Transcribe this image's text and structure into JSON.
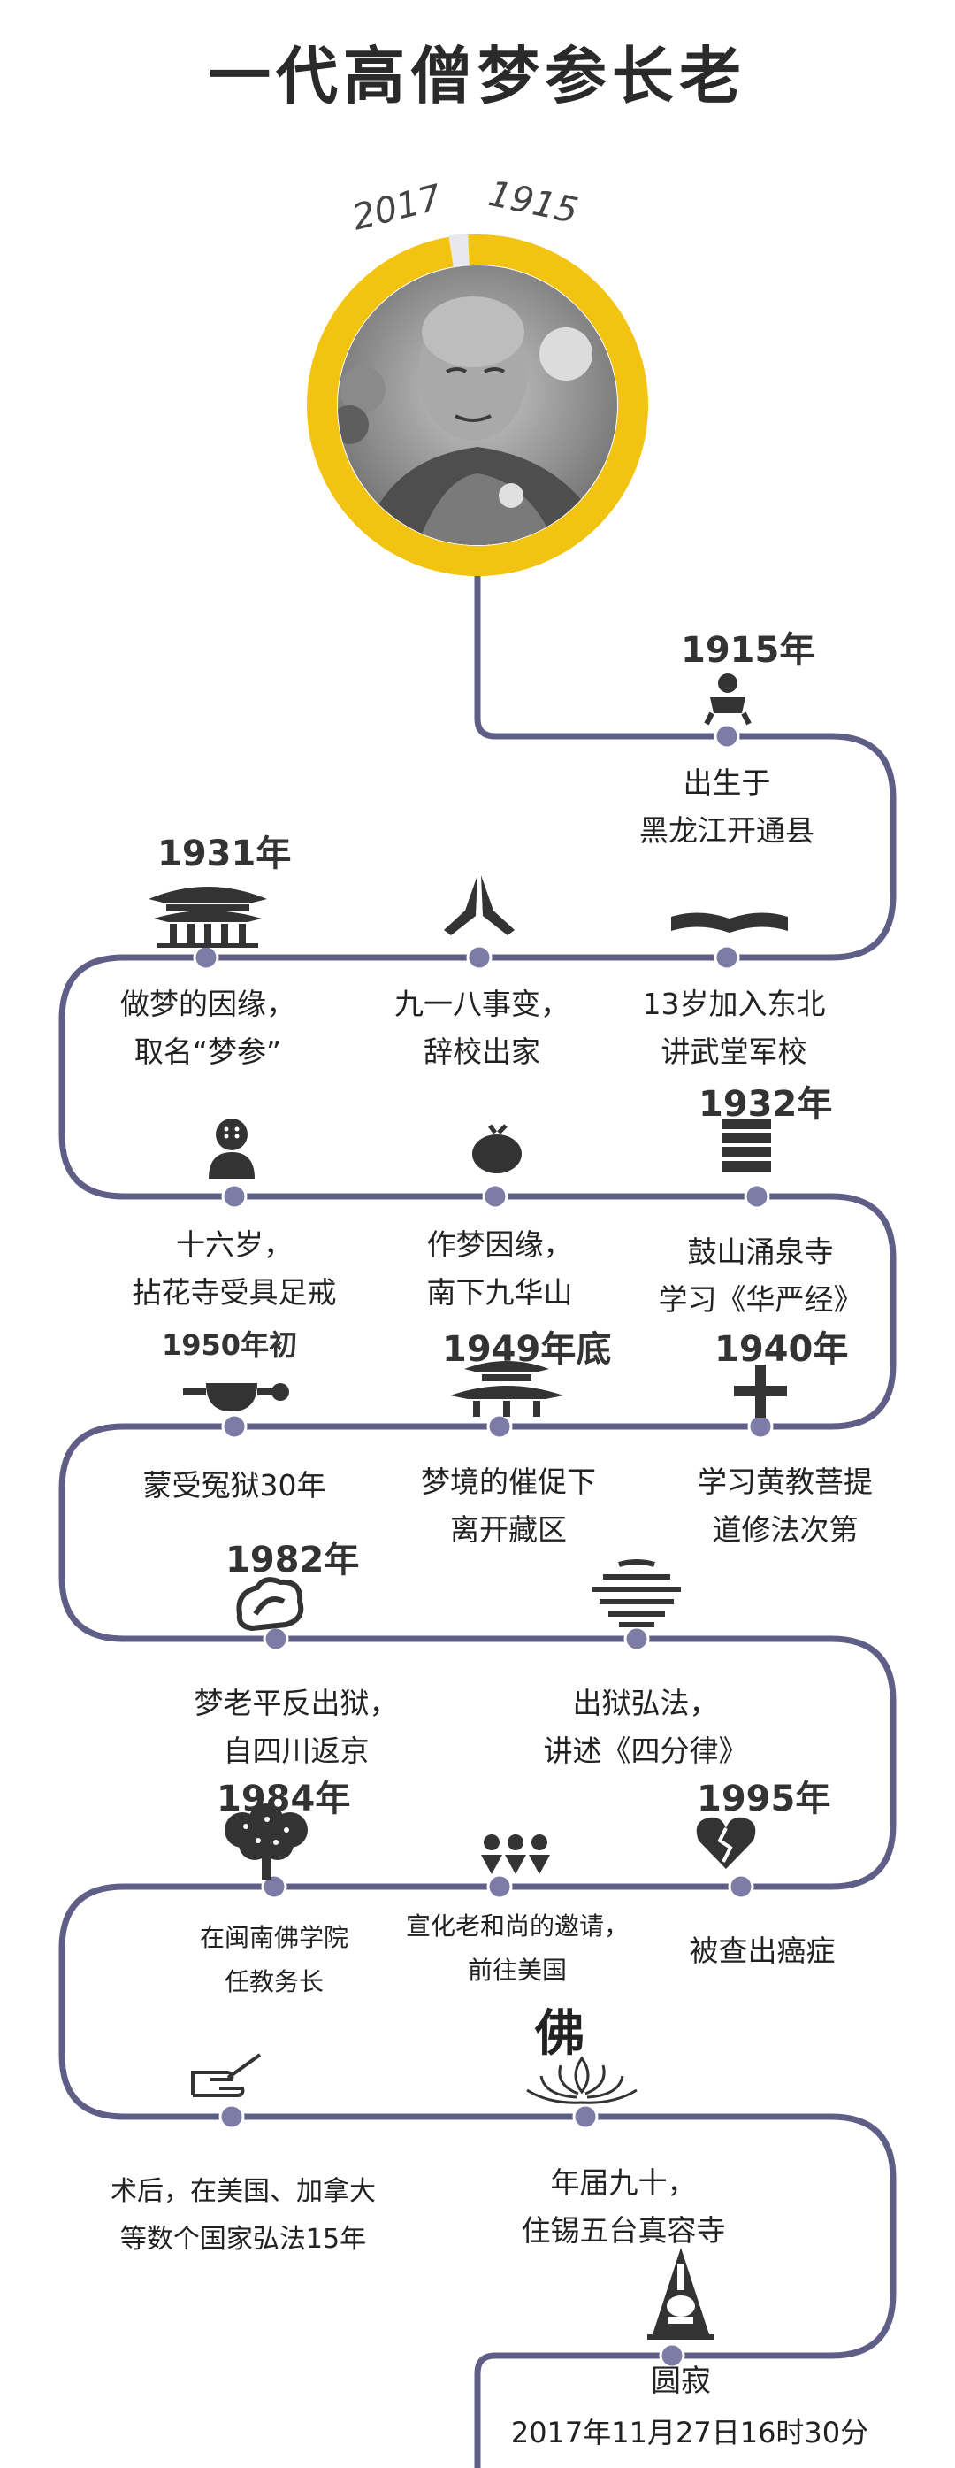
{
  "title": "一代高僧梦参长老",
  "portrait": {
    "start_year": "1915",
    "end_year": "2017",
    "ring_color": "#F2C311",
    "end_color": "#E8E8EE"
  },
  "timeline_color": "#5f5e86",
  "events": [
    {
      "year": "1915年",
      "line1": "出生于",
      "line2": "黑龙江开通县",
      "icon": "baby-icon"
    },
    {
      "year": "",
      "line1": "13岁加入东北",
      "line2": "讲武堂军校",
      "icon": "open-book-icon"
    },
    {
      "year": "",
      "line1": "九一八事变，",
      "line2": "辞校出家",
      "icon": "praying-hands-icon"
    },
    {
      "year": "1931年",
      "line1": "做梦的因缘，",
      "line2": "取名“梦参”",
      "icon": "temple-icon"
    },
    {
      "year": "",
      "line1": "十六岁，",
      "line2": "拈花寺受具足戒",
      "icon": "monk-icon"
    },
    {
      "year": "",
      "line1": "作梦因缘，",
      "line2": "南下九华山",
      "icon": "alms-bowl-icon"
    },
    {
      "year": "1932年",
      "line1": "鼓山涌泉寺",
      "line2": "学习《华严经》",
      "icon": "scripture-stack-icon"
    },
    {
      "year": "1940年",
      "line1": "学习黄教菩提",
      "line2": "道修法次第",
      "icon": "cross-icon"
    },
    {
      "year": "1949年底",
      "line1": "梦境的催促下",
      "line2": "离开藏区",
      "icon": "pagoda-roof-icon"
    },
    {
      "year": "1950年初",
      "line1": "蒙受冤狱30年",
      "line2": "",
      "icon": "shackle-icon"
    },
    {
      "year": "1982年",
      "line1": "梦老平反出狱，",
      "line2": "自四川返京",
      "icon": "cloud-scroll-icon"
    },
    {
      "year": "",
      "line1": "出狱弘法，",
      "line2": "讲述《四分律》",
      "icon": "lectern-icon"
    },
    {
      "year": "1995年",
      "line1": "被查出癌症",
      "line2": "",
      "icon": "broken-heart-icon"
    },
    {
      "year": "",
      "line1": "宣化老和尚的邀请，",
      "line2": "前往美国",
      "icon": "people-icon"
    },
    {
      "year": "1984年",
      "line1": "在闽南佛学院",
      "line2": "任教务长",
      "icon": "bodhi-tree-icon"
    },
    {
      "year": "",
      "line1": "术后，在美国、加拿大",
      "line2": "等数个国家弘法15年",
      "icon": "writing-hand-icon"
    },
    {
      "year": "",
      "line1": "年届九十，",
      "line2": "住锡五台真容寺",
      "icon": "lotus-buddha-icon",
      "glyph": "佛"
    },
    {
      "year": "",
      "line1": "圆寂",
      "line2": "2017年11月27日16时30分",
      "icon": "stupa-icon"
    }
  ]
}
